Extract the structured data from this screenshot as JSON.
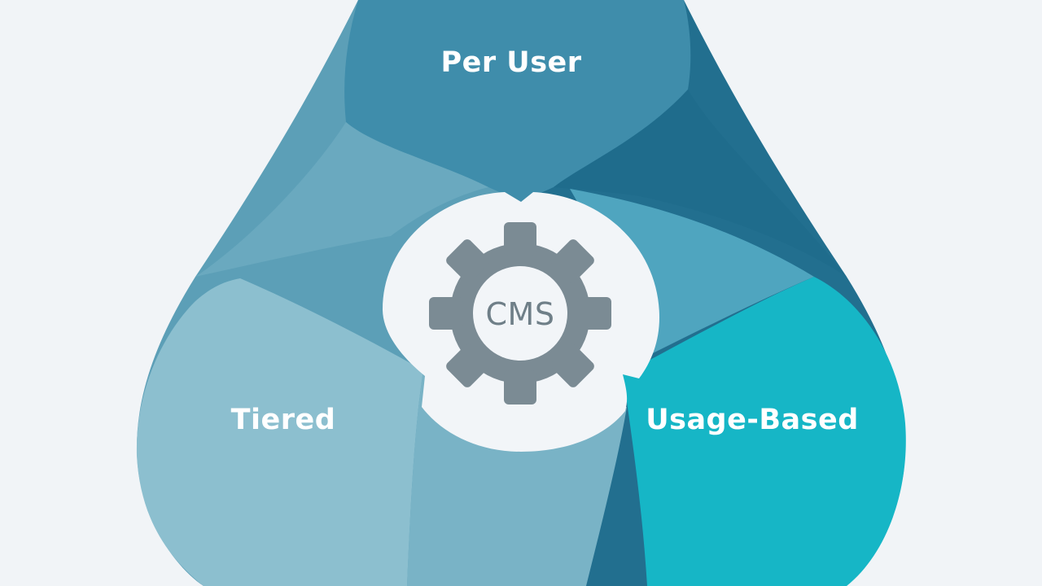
{
  "diagram": {
    "hub": {
      "label": "CMS",
      "icon": "gear-icon"
    },
    "segments": [
      {
        "label": "Per User"
      },
      {
        "label": "Tiered"
      },
      {
        "label": "Usage-Based"
      }
    ]
  },
  "colors": {
    "background": "#f1f4f7",
    "per_user": "#3f8dab",
    "per_user_dark": "#2c7596",
    "tiered": "#8cbfcf",
    "usage_based": "#16b6c6",
    "hub_background": "#f2f5f8",
    "gear": "#7b8b94"
  }
}
